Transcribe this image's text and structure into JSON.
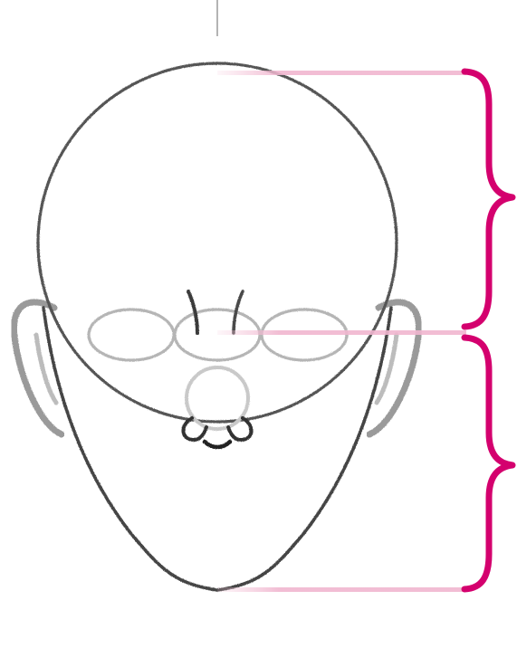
{
  "figure": {
    "subject": "head-proportions-front-view",
    "colors": {
      "background": "#ffffff",
      "pencil_dark": "#3a3a3a",
      "pencil_mid": "#6a6a6a",
      "pencil_light": "#b9b9b9",
      "accent_magenta": "#d4006e",
      "guide_pink": "#f0b6cf"
    },
    "brackets": [
      {
        "name": "upper-half",
        "icon": "right-curly-brace-icon"
      },
      {
        "name": "lower-half",
        "icon": "right-curly-brace-icon"
      }
    ],
    "guides": [
      "top-of-head",
      "eye-line",
      "chin"
    ]
  }
}
